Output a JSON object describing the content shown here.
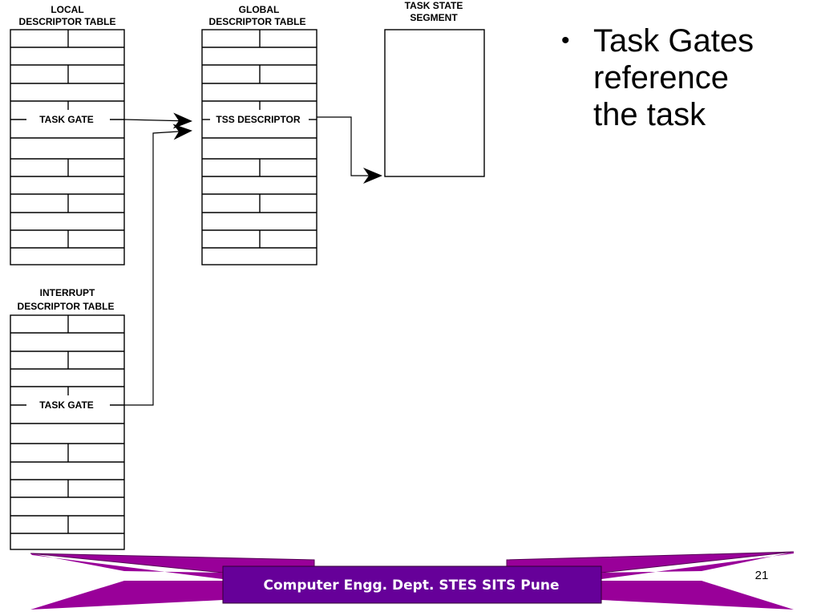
{
  "diagram": {
    "ldt": {
      "title_line1": "LOCAL",
      "title_line2": "DESCRIPTOR TABLE",
      "entry_label": "TASK GATE"
    },
    "gdt": {
      "title_line1": "GLOBAL",
      "title_line2": "DESCRIPTOR TABLE",
      "entry_label": "TSS DESCRIPTOR"
    },
    "tss": {
      "title_line1": "TASK STATE",
      "title_line2": "SEGMENT"
    },
    "idt": {
      "title_line1": "INTERRUPT",
      "title_line2": "DESCRIPTOR TABLE",
      "entry_label": "TASK GATE"
    }
  },
  "bullet": {
    "symbol": "•",
    "lines": [
      "Task Gates",
      "reference",
      "the task"
    ]
  },
  "footer": {
    "text": "Computer Engg. Dept. STES SITS Pune",
    "page_number": "21",
    "band_color": "#990099",
    "box_color": "#660099"
  }
}
